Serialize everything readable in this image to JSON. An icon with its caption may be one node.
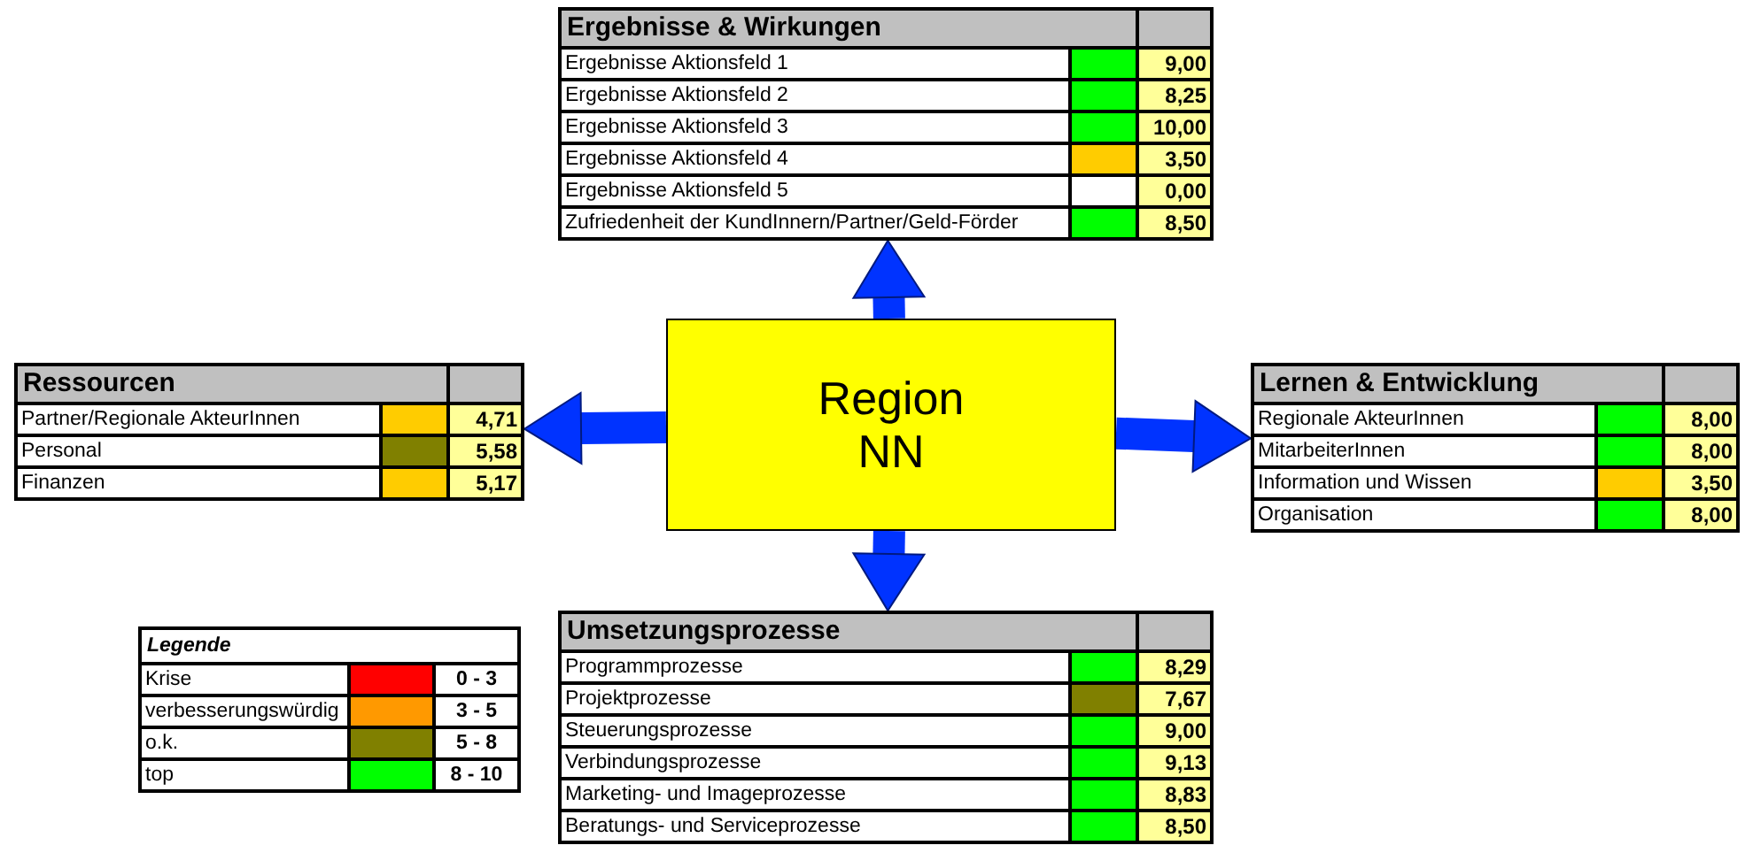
{
  "diagram": {
    "nodes": [
      {
        "text": [
          "Ergebnisse & Wirkungen",
          "Ergebnisse Aktionsfeld 1",
          "9,00",
          "Ergebnisse Aktionsfeld 2",
          "8,25",
          "Ergebnisse Aktionsfeld 3",
          "10,00",
          "Ergebnisse Aktionsfeld 4",
          "3,50",
          "Ergebnisse Aktionsfeld 5",
          "0,00",
          "Zufriedenheit der KundInnern/Partner/Geld-Förder",
          "8,50"
        ]
      },
      {
        "text": [
          "Ressourcen",
          "Partner/Regionale AkteurInnen",
          "4,71",
          "Personal",
          "5,58",
          "Finanzen",
          "5,17"
        ]
      },
      {
        "text": [
          "Region NN"
        ]
      },
      {
        "text": [
          "Lernen & Entwicklung",
          "Regionale AkteurInnen",
          "8,00",
          "MitarbeiterInnen",
          "8,00",
          "Information und Wissen",
          "3,50",
          "Organisation",
          "8,00"
        ]
      },
      {
        "text": [
          "Umsetzungsprozesse",
          "Programmprozesse",
          "8,29",
          "Projektprozesse",
          "7,67",
          "Steuerungsprozesse",
          "9,00",
          "Verbindungsprozesse",
          "9,13",
          "Marketing- und Imageprozesse",
          "8,83",
          "Beratungs- und Serviceprozesse",
          "8,50"
        ]
      }
    ],
    "edges": [
      {
        "from": 2,
        "to": 0,
        "arrow": "to"
      },
      {
        "from": 2,
        "to": 1,
        "arrow": "to"
      },
      {
        "from": 2,
        "to": 3,
        "arrow": "to"
      },
      {
        "from": 2,
        "to": 4,
        "arrow": "to"
      }
    ],
    "labels": [
      "Legende",
      "0 - 3",
      "3 - 5",
      "5 - 8",
      "8 - 10"
    ],
    "legend": [
      {
        "text": "Krise",
        "color": "#ff0000"
      },
      {
        "text": "verbesserungswürdig",
        "color": "#ff9900"
      },
      {
        "text": "o.k.",
        "color": "#808000"
      },
      {
        "text": "top",
        "color": "#00ff00"
      }
    ]
  }
}
